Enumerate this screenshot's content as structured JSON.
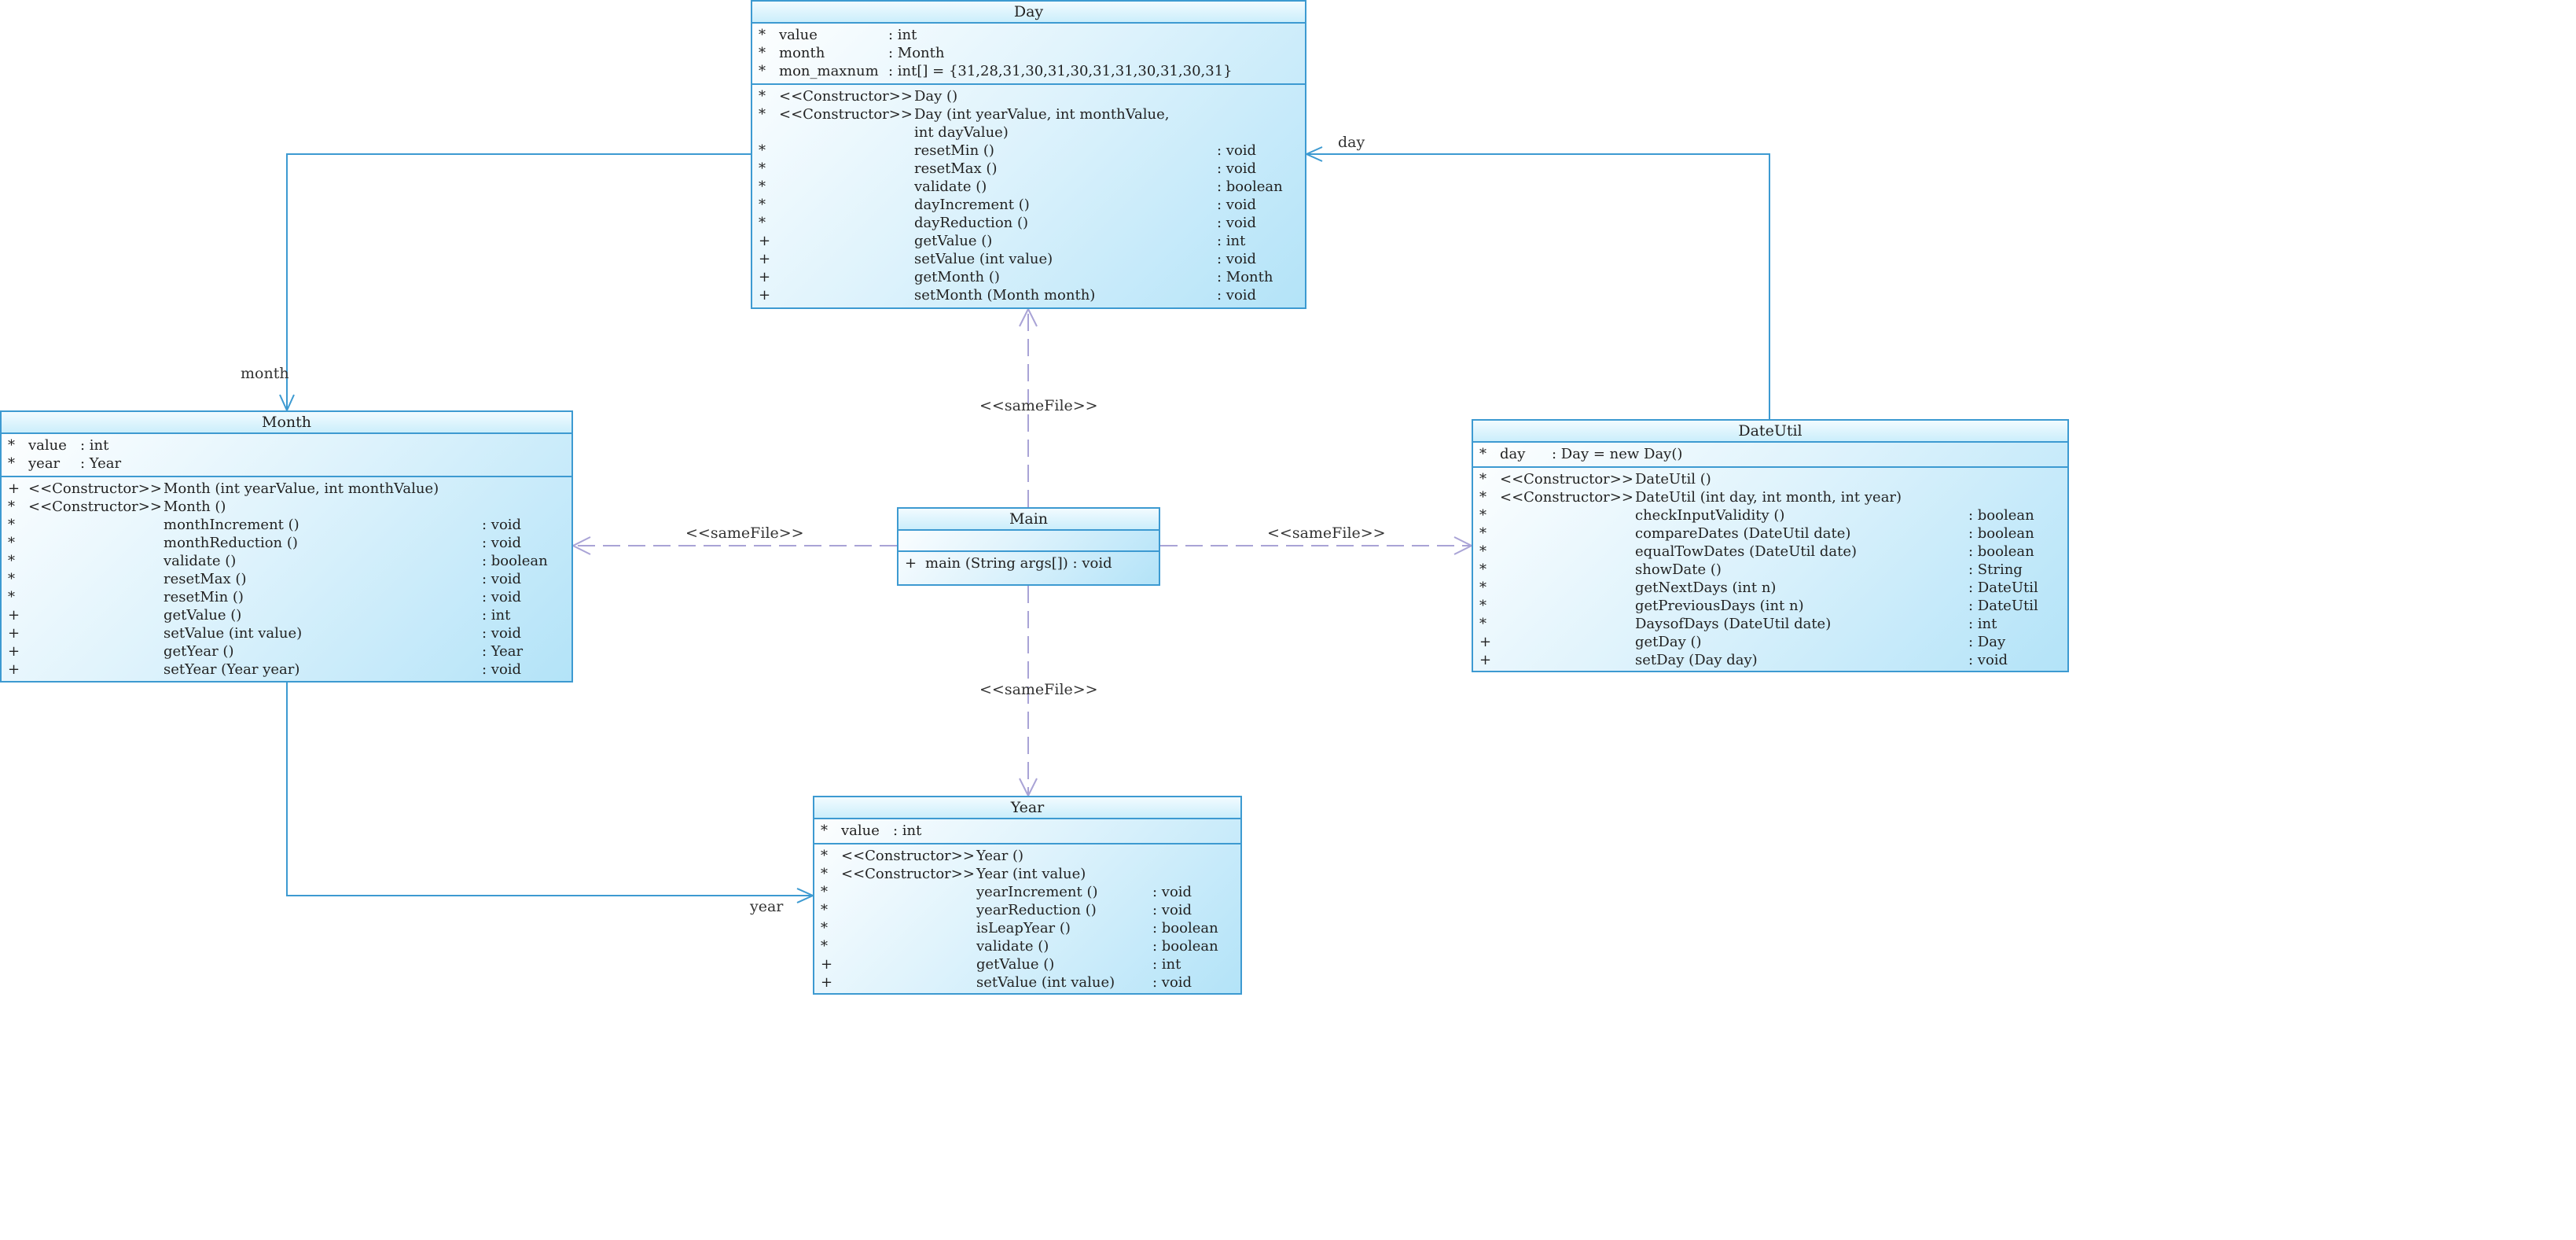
{
  "classes": {
    "day": {
      "name": "Day",
      "attributes": [
        {
          "vis": "*",
          "name": "value",
          "type": ": int"
        },
        {
          "vis": "*",
          "name": "month",
          "type": ": Month"
        },
        {
          "vis": "*",
          "name": "mon_maxnum",
          "type": ": int[]   = {31,28,31,30,31,30,31,31,30,31,30,31}"
        }
      ],
      "operations": [
        {
          "vis": "*",
          "stereo": "<<Constructor>>",
          "name": "Day ()",
          "ret": ""
        },
        {
          "vis": "*",
          "stereo": "<<Constructor>>",
          "name": "Day (int yearValue, int monthValue,",
          "ret": ""
        },
        {
          "vis": "",
          "stereo": "",
          "name": " int dayValue)",
          "ret": ""
        },
        {
          "vis": "*",
          "stereo": "",
          "name": "resetMin ()",
          "ret": ": void"
        },
        {
          "vis": "*",
          "stereo": "",
          "name": "resetMax ()",
          "ret": ": void"
        },
        {
          "vis": "*",
          "stereo": "",
          "name": "validate ()",
          "ret": ": boolean"
        },
        {
          "vis": "*",
          "stereo": "",
          "name": "dayIncrement ()",
          "ret": ": void"
        },
        {
          "vis": "*",
          "stereo": "",
          "name": "dayReduction ()",
          "ret": ": void"
        },
        {
          "vis": "+",
          "stereo": "",
          "name": "getValue ()",
          "ret": ": int"
        },
        {
          "vis": "+",
          "stereo": "",
          "name": "setValue (int value)",
          "ret": ": void"
        },
        {
          "vis": "+",
          "stereo": "",
          "name": "getMonth ()",
          "ret": ": Month"
        },
        {
          "vis": "+",
          "stereo": "",
          "name": "setMonth (Month month)",
          "ret": ": void"
        }
      ]
    },
    "month": {
      "name": "Month",
      "attributes": [
        {
          "vis": "*",
          "name": "value",
          "type": ": int"
        },
        {
          "vis": "*",
          "name": "year",
          "type": ": Year"
        }
      ],
      "operations": [
        {
          "vis": "+",
          "stereo": "<<Constructor>>",
          "name": "Month (int yearValue, int monthValue)",
          "ret": ""
        },
        {
          "vis": "*",
          "stereo": "<<Constructor>>",
          "name": "Month ()",
          "ret": ""
        },
        {
          "vis": "*",
          "stereo": "",
          "name": "monthIncrement ()",
          "ret": ": void"
        },
        {
          "vis": "*",
          "stereo": "",
          "name": "monthReduction ()",
          "ret": ": void"
        },
        {
          "vis": "*",
          "stereo": "",
          "name": "validate ()",
          "ret": ": boolean"
        },
        {
          "vis": "*",
          "stereo": "",
          "name": "resetMax ()",
          "ret": ": void"
        },
        {
          "vis": "*",
          "stereo": "",
          "name": "resetMin ()",
          "ret": ": void"
        },
        {
          "vis": "+",
          "stereo": "",
          "name": "getValue ()",
          "ret": ": int"
        },
        {
          "vis": "+",
          "stereo": "",
          "name": "setValue (int value)",
          "ret": ": void"
        },
        {
          "vis": "+",
          "stereo": "",
          "name": "getYear ()",
          "ret": ": Year"
        },
        {
          "vis": "+",
          "stereo": "",
          "name": "setYear (Year year)",
          "ret": ": void"
        }
      ]
    },
    "main": {
      "name": "Main",
      "attributes": [],
      "operations": [
        {
          "vis": "+",
          "stereo": "",
          "name": "main (String args[])  : void",
          "ret": ""
        }
      ]
    },
    "dateutil": {
      "name": "DateUtil",
      "attributes": [
        {
          "vis": "*",
          "name": "day",
          "type": ": Day   = new Day()"
        }
      ],
      "operations": [
        {
          "vis": "*",
          "stereo": "<<Constructor>>",
          "name": "DateUtil ()",
          "ret": ""
        },
        {
          "vis": "*",
          "stereo": "<<Constructor>>",
          "name": "DateUtil (int day, int month, int year)",
          "ret": ""
        },
        {
          "vis": "*",
          "stereo": "",
          "name": "checkInputValidity ()",
          "ret": ": boolean"
        },
        {
          "vis": "*",
          "stereo": "",
          "name": "compareDates (DateUtil date)",
          "ret": ": boolean"
        },
        {
          "vis": "*",
          "stereo": "",
          "name": "equalTowDates (DateUtil date)",
          "ret": ": boolean"
        },
        {
          "vis": "*",
          "stereo": "",
          "name": "showDate ()",
          "ret": ": String"
        },
        {
          "vis": "*",
          "stereo": "",
          "name": "getNextDays (int n)",
          "ret": ": DateUtil"
        },
        {
          "vis": "*",
          "stereo": "",
          "name": "getPreviousDays (int n)",
          "ret": ": DateUtil"
        },
        {
          "vis": "*",
          "stereo": "",
          "name": "DaysofDays (DateUtil date)",
          "ret": ": int"
        },
        {
          "vis": "+",
          "stereo": "",
          "name": "getDay ()",
          "ret": ": Day"
        },
        {
          "vis": "+",
          "stereo": "",
          "name": "setDay (Day day)",
          "ret": ": void"
        }
      ]
    },
    "year": {
      "name": "Year",
      "attributes": [
        {
          "vis": "*",
          "name": "value",
          "type": ": int"
        }
      ],
      "operations": [
        {
          "vis": "*",
          "stereo": "<<Constructor>>",
          "name": "Year ()",
          "ret": ""
        },
        {
          "vis": "*",
          "stereo": "<<Constructor>>",
          "name": "Year (int value)",
          "ret": ""
        },
        {
          "vis": "*",
          "stereo": "",
          "name": "yearIncrement ()",
          "ret": ": void"
        },
        {
          "vis": "*",
          "stereo": "",
          "name": "yearReduction ()",
          "ret": ": void"
        },
        {
          "vis": "*",
          "stereo": "",
          "name": "isLeapYear ()",
          "ret": ": boolean"
        },
        {
          "vis": "*",
          "stereo": "",
          "name": "validate ()",
          "ret": ": boolean"
        },
        {
          "vis": "+",
          "stereo": "",
          "name": "getValue ()",
          "ret": ": int"
        },
        {
          "vis": "+",
          "stereo": "",
          "name": "setValue (int value)",
          "ret": ": void"
        }
      ]
    }
  },
  "links": {
    "month_role": "month",
    "day_role": "day",
    "year_role": "year",
    "main_day": "<<sameFile>>",
    "main_month": "<<sameFile>>",
    "main_dateutil": "<<sameFile>>",
    "main_year": "<<sameFile>>"
  },
  "colors": {
    "border": "#3d9ad1",
    "dependency": "#a9a3d6",
    "fill_light": "#ffffff",
    "fill_dark": "#b3e3f8"
  }
}
